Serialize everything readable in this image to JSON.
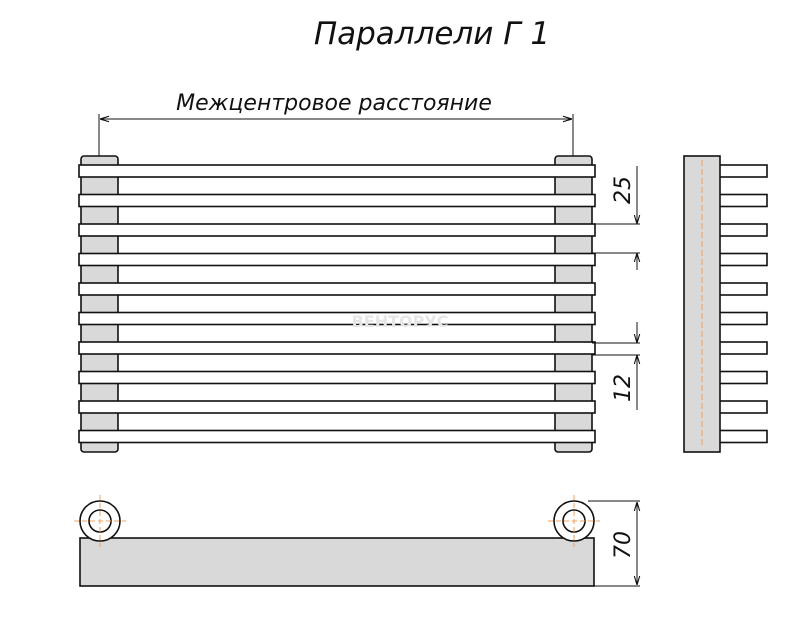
{
  "drawing": {
    "title": "Параллели Г 1",
    "center_distance_label": "Межцентровое расстояние",
    "dim_pitch": "25",
    "dim_tube": "12",
    "dim_depth": "70",
    "watermark": "ВЕНТОРУС"
  }
}
